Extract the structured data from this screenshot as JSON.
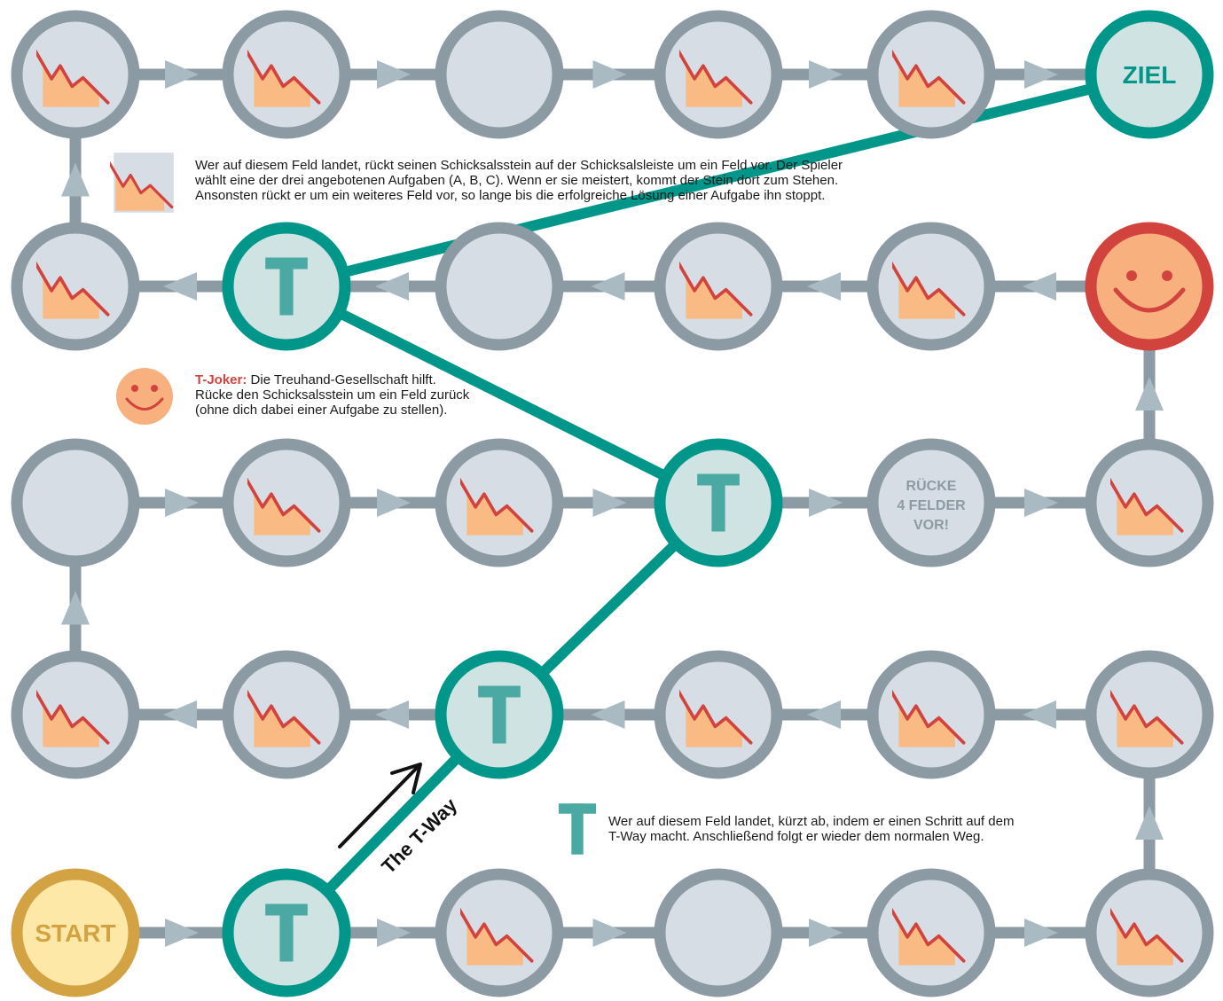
{
  "colors": {
    "track": "#8c9ba3",
    "cell_fill": "#d6dde5",
    "arrow": "#a9bac3",
    "teal": "#00968a",
    "teal_fill": "#cfe4e2",
    "teal_letter": "#4aaaa3",
    "start_ring": "#d3a343",
    "start_fill": "#fde8a8",
    "start_text": "#d3a343",
    "joker_ring": "#d2433e",
    "joker_fill": "#f8b07e",
    "chart_fill": "#f9bb83",
    "chart_line": "#d2433e",
    "text": "#1a1a1a"
  },
  "board": {
    "start_label": "START",
    "goal_label": "ZIEL",
    "t_letter": "T",
    "special_lines": [
      "RÜCKE",
      "4 FELDER",
      "VOR!"
    ],
    "tway_label": "The T-Way"
  },
  "cells": [
    {
      "type": "start"
    },
    {
      "type": "t"
    },
    {
      "type": "chart"
    },
    {
      "type": "blank"
    },
    {
      "type": "chart"
    },
    {
      "type": "chart"
    },
    {
      "type": "chart"
    },
    {
      "type": "chart"
    },
    {
      "type": "chart"
    },
    {
      "type": "t"
    },
    {
      "type": "chart"
    },
    {
      "type": "chart"
    },
    {
      "type": "blank"
    },
    {
      "type": "chart"
    },
    {
      "type": "chart"
    },
    {
      "type": "t"
    },
    {
      "type": "special"
    },
    {
      "type": "chart"
    },
    {
      "type": "joker"
    },
    {
      "type": "chart"
    },
    {
      "type": "chart"
    },
    {
      "type": "blank"
    },
    {
      "type": "t"
    },
    {
      "type": "chart"
    },
    {
      "type": "chart"
    },
    {
      "type": "chart"
    },
    {
      "type": "blank"
    },
    {
      "type": "chart"
    },
    {
      "type": "chart"
    },
    {
      "type": "goal"
    }
  ],
  "legend": {
    "chart_text": [
      "Wer auf diesem Feld landet, rückt seinen Schicksalsstein auf der Schicksalsleiste um ein Feld vor. Der Spieler",
      "wählt eine der drei angebotenen Aufgaben (A, B, C). Wenn er sie meistert, kommt der Stein dort zum Stehen.",
      "Ansonsten rückt er um ein weiteres Feld vor, so lange bis die erfolgreiche Lösung einer Aufgabe ihn stoppt."
    ],
    "joker_title": "T-Joker:",
    "joker_text_1": " Die Treuhand-Gesellschaft hilft.",
    "joker_text_2": "Rücke den Schicksalsstein um ein Feld zurück",
    "joker_text_3": "(ohne dich dabei einer Aufgabe zu stellen).",
    "t_text": [
      "Wer auf diesem Feld landet, kürzt ab, indem er einen Schritt auf dem",
      "T-Way macht. Anschließend folgt er wieder dem normalen Weg."
    ]
  }
}
